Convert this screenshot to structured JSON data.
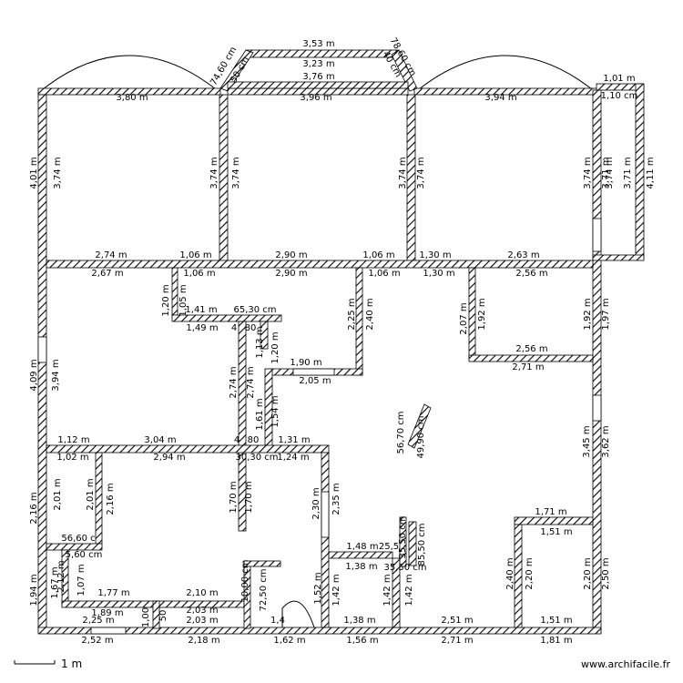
{
  "scale_label": "1 m",
  "site": "www.archifacile.fr",
  "measures": [
    "3,53 m",
    "74,60 cm",
    "3,23 m",
    "50 cm",
    "78,60 cm",
    "40 cm",
    "3,76 m",
    "1,01 m",
    "3,80 m",
    "3,96 m",
    "3,94 m",
    "1,10 cm",
    "4,01 m",
    "3,74 m",
    "3,74 m",
    "3,74 m",
    "3,74 m",
    "3,74 m",
    "3,74 m",
    "3,74 m",
    "3,71 m",
    "3,71 m",
    "4,11 m",
    "2,74 m",
    "1,06 m",
    "2,90 m",
    "1,06 m",
    "1,30 m",
    "2,63 m",
    "2,67 m",
    "1,06 m",
    "2,90 m",
    "1,06 m",
    "1,30 m",
    "2,56 m",
    "1,20 m",
    "1,05 m",
    "1,41 m",
    "65,30 cm",
    "1,49 m",
    "4",
    "80",
    "2,25 m",
    "2,40 m",
    "2,07 m",
    "1,92 m",
    "1,92 m",
    "1,97 m",
    "2,56 m",
    "2,71 m",
    "4,09 m",
    "3,94 m",
    "1,13 m",
    "1,20 m",
    "1,90 m",
    "2,05 m",
    "2,74 m",
    "2,74 m",
    "1,61 m",
    "1,54 m",
    "56,70 cm",
    "49,90 cm",
    "1,12 m",
    "3,04 m",
    "4",
    "80",
    "1,31 m",
    "1,02 m",
    "2,94 m",
    "30,30 cm",
    "1,24 m",
    "3,45 m",
    "3,62 m",
    "2,16 m",
    "2,01 m",
    "2,01 m",
    "2,16 m",
    "1,70 m",
    "1,70 m",
    "2,30 m",
    "2,35 m",
    "56,60 c",
    "5,60 cm",
    "1,71 m",
    "1,51 m",
    "1,48 m",
    "25,5",
    "1,38 m",
    "35,50 cm",
    "35,50 cm",
    "85,50 cm",
    "1,94 m",
    "1,67 m",
    "1,07 m",
    "2,12 m",
    "1,77 m",
    "2,10 m",
    "10,00 cm",
    "72,50 cm",
    "1,52 m",
    "1,42 m",
    "1,42 m",
    "1,42 m",
    "2,40 m",
    "2,20 m",
    "2,20 m",
    "2,50 m",
    "1,89 m",
    "2,03 m",
    "2,25 m",
    "1,00",
    "50",
    "2,03 m",
    "1,4",
    "1,38 m",
    "2,51 m",
    "1,51 m",
    "2,52 m",
    "2,18 m",
    "1,62 m",
    "1,56 m",
    "2,71 m",
    "1,81 m"
  ]
}
